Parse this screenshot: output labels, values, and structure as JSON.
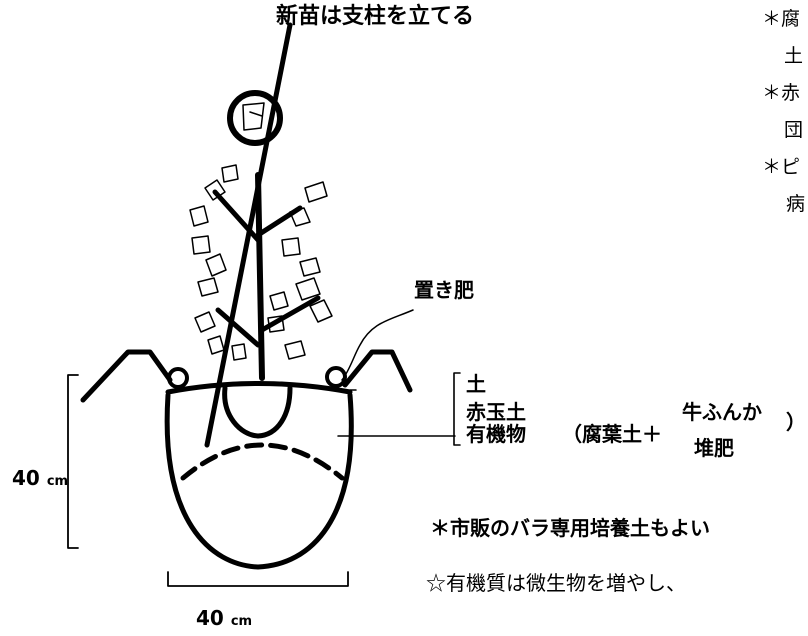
{
  "labels": {
    "stake": "新苗は支柱を立てる",
    "fertilizer": "置き肥",
    "soil": "土",
    "akadama": "赤玉土",
    "organic": "有機物",
    "paren_left": "（腐葉土＋",
    "cow_top": "牛ふんか",
    "cow_bottom": "堆肥",
    "paren_right": "）",
    "height": "40",
    "height_unit": "cm",
    "width": "40",
    "width_unit": "cm",
    "commercial_note": "＊市販のバラ専用培養土もよい",
    "organic_note": "☆有機質は微生物を増やし、"
  },
  "side_notes": [
    {
      "line1": "＊腐",
      "line2": "土"
    },
    {
      "line1": "＊赤",
      "line2": "団"
    },
    {
      "line1": "＊ピ",
      "line2": "病"
    }
  ]
}
